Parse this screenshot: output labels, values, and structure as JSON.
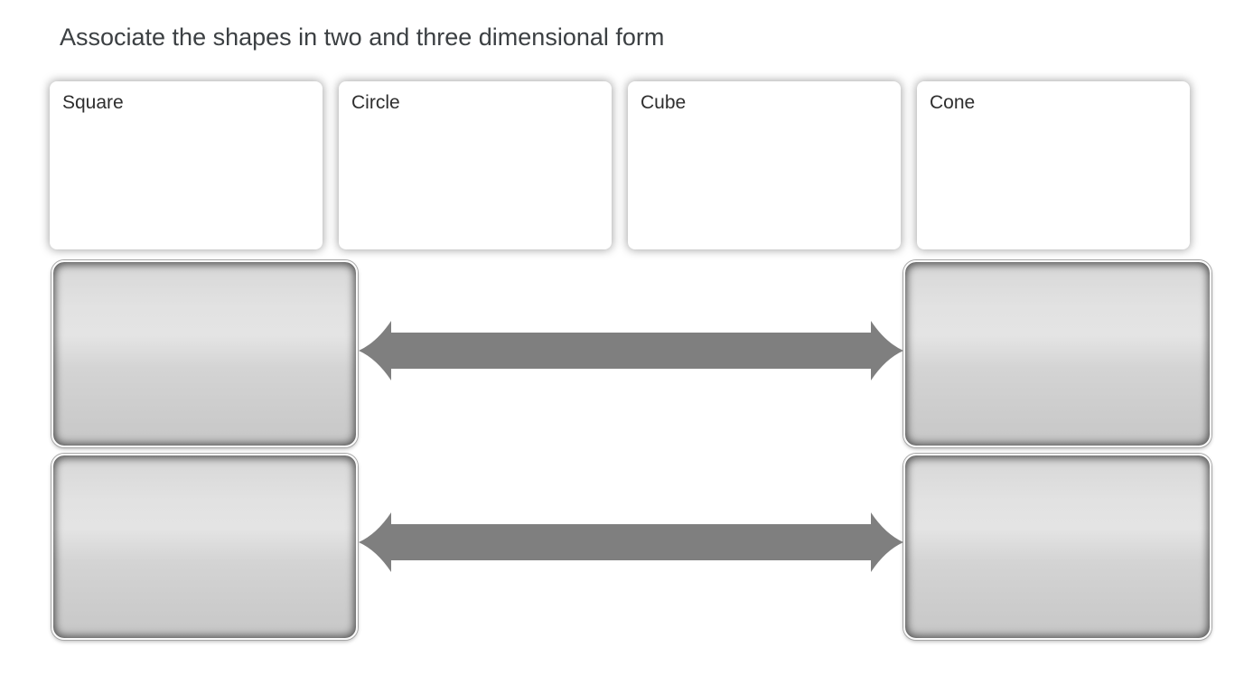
{
  "title": "Associate the shapes in two and three dimensional form",
  "terms": [
    {
      "label": "Square"
    },
    {
      "label": "Circle"
    },
    {
      "label": "Cube"
    },
    {
      "label": "Cone"
    }
  ],
  "drop_zones": [
    {
      "position": "pair-1-left",
      "content": ""
    },
    {
      "position": "pair-1-right",
      "content": ""
    },
    {
      "position": "pair-2-left",
      "content": ""
    },
    {
      "position": "pair-2-right",
      "content": ""
    }
  ],
  "icons": [
    {
      "name": "double-arrow-icon",
      "glyph": "↔"
    }
  ],
  "colors": {
    "arrow": "#7f7f7f",
    "title_text": "#3c4043",
    "card_text": "#2e2e2e",
    "zone_light": "#e4e4e4",
    "zone_dark": "#c7c7c7",
    "page_background": "#ffffff"
  }
}
